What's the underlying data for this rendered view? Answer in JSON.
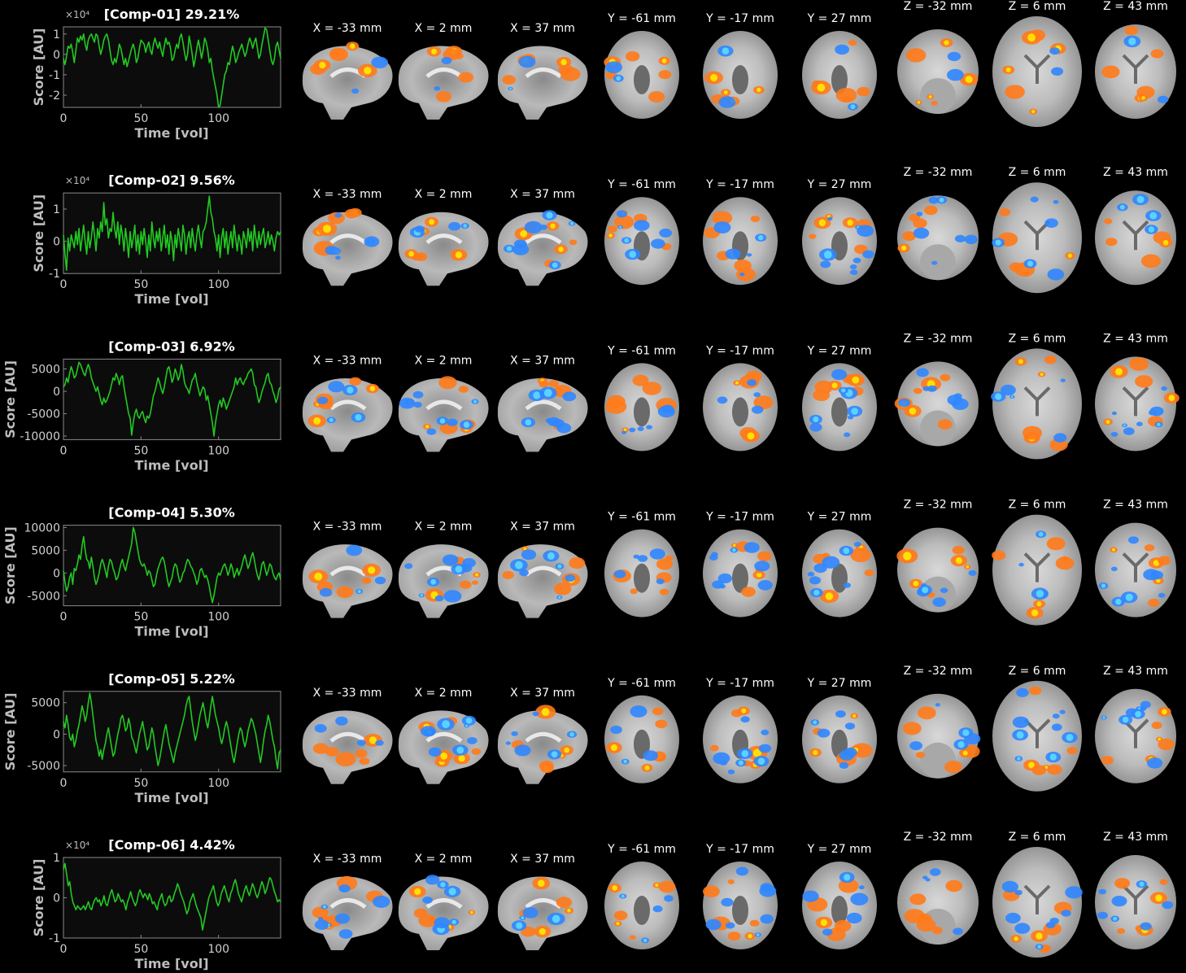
{
  "slice_labels": {
    "x": [
      "X = -33 mm",
      "X = 2 mm",
      "X = 37 mm"
    ],
    "y": [
      "Y = -61 mm",
      "Y = -17 mm",
      "Y = 27 mm"
    ],
    "z": [
      "Z = -32 mm",
      "Z = 6 mm",
      "Z = 43 mm"
    ]
  },
  "colors": {
    "trace": "#22c922",
    "panel_bg": "#0c0c0c",
    "axis": "#8a8a8a",
    "hot": "#ff7a1a",
    "hot_peak": "#ffe000",
    "cold": "#2f86ff",
    "cold_peak": "#5ad2ff"
  },
  "chart_data": [
    {
      "type": "line",
      "title": "[Comp-01] 29.21%",
      "xlabel": "Time [vol]",
      "ylabel": "Score [AU]",
      "exponent": "×10⁴",
      "xlim": [
        0,
        140
      ],
      "ylim": [
        -2.6,
        1.35
      ],
      "xticks": [
        "0",
        "50",
        "100"
      ],
      "yticks": [
        "1",
        "0",
        "-1",
        "-2"
      ],
      "series": [
        {
          "values": [
            -0.2,
            -0.5,
            -0.1,
            0.4,
            0.3,
            0.5,
            0.1,
            -0.4,
            0.2,
            0.8,
            0.6,
            0.9,
            0.7,
            1.0,
            0.5,
            0.2,
            0.7,
            0.9,
            1.0,
            0.8,
            0.6,
            1.0,
            0.9,
            0.4,
            0.0,
            0.3,
            0.7,
            0.9,
            1.0,
            0.7,
            0.2,
            -0.3,
            -0.5,
            -0.2,
            -0.4,
            0.0,
            0.5,
            0.3,
            -0.1,
            -0.5,
            -0.2,
            -0.6,
            -0.3,
            0.0,
            0.3,
            0.5,
            0.2,
            -0.4,
            -0.2,
            0.3,
            0.7,
            0.6,
            0.5,
            0.1,
            0.4,
            0.6,
            0.2,
            0.0,
            0.5,
            0.8,
            0.5,
            0.3,
            0.6,
            0.2,
            -0.1,
            0.4,
            0.8,
            0.5,
            0.6,
            0.3,
            -0.3,
            -0.2,
            0.2,
            0.5,
            0.3,
            0.8,
            1.0,
            0.6,
            0.1,
            -0.3,
            0.0,
            0.9,
            0.5,
            0.0,
            -0.6,
            -0.2,
            0.3,
            0.7,
            0.3,
            -0.2,
            0.2,
            0.8,
            0.6,
            0.2,
            -0.4,
            -0.2,
            -0.8,
            -1.2,
            -1.6,
            -2.0,
            -2.6,
            -2.5,
            -2.0,
            -1.5,
            -1.0,
            -0.8,
            -0.4,
            -0.5,
            0.0,
            0.4,
            0.1,
            -0.4,
            -0.2,
            0.1,
            0.3,
            0.5,
            0.2,
            -0.1,
            0.1,
            0.5,
            0.8,
            0.6,
            0.3,
            0.6,
            0.8,
            0.3,
            -0.2,
            0.0,
            0.5,
            0.9,
            1.3,
            1.2,
            0.7,
            0.2,
            -0.3,
            -0.5,
            -0.2,
            0.4,
            0.6,
            0.2,
            -0.2
          ]
        }
      ]
    },
    {
      "type": "line",
      "title": "[Comp-02] 9.56%",
      "xlabel": "Time [vol]",
      "ylabel": "Score [AU]",
      "exponent": "×10⁴",
      "xlim": [
        0,
        140
      ],
      "ylim": [
        -1,
        1.5
      ],
      "xticks": [
        "0",
        "50",
        "100"
      ],
      "yticks": [
        "1",
        "0",
        "-1"
      ],
      "series": [
        {
          "values": [
            0.2,
            -0.4,
            -0.9,
            0.1,
            -0.3,
            0.2,
            0.0,
            -0.2,
            0.3,
            -0.1,
            0.4,
            -0.3,
            0.1,
            0.5,
            0.0,
            -0.4,
            0.3,
            -0.2,
            0.1,
            0.6,
            0.2,
            -0.3,
            0.4,
            0.1,
            0.6,
            0.3,
            1.2,
            0.5,
            0.7,
            0.1,
            0.4,
            0.3,
            0.9,
            0.4,
            0.1,
            0.6,
            -0.1,
            0.5,
            0.2,
            -0.3,
            0.4,
            0.0,
            -0.5,
            0.3,
            -0.2,
            0.1,
            0.5,
            -0.3,
            0.2,
            -0.4,
            0.3,
            -0.1,
            0.4,
            0.0,
            -0.5,
            0.2,
            -0.3,
            0.6,
            0.1,
            -0.2,
            0.3,
            0.0,
            0.4,
            -0.3,
            0.1,
            0.5,
            -0.2,
            0.2,
            -0.4,
            0.3,
            0.0,
            -0.6,
            0.2,
            -0.2,
            0.4,
            0.1,
            -0.3,
            0.5,
            0.2,
            -0.4,
            0.1,
            0.3,
            -0.2,
            0.4,
            0.0,
            -0.3,
            0.2,
            0.5,
            0.1,
            -0.2,
            0.3,
            0.4,
            0.6,
            1.0,
            1.4,
            0.9,
            0.7,
            0.3,
            0.1,
            -0.3,
            0.2,
            -0.5,
            0.1,
            0.4,
            -0.2,
            0.3,
            -0.4,
            0.0,
            0.3,
            -0.2,
            0.5,
            0.1,
            -0.3,
            0.2,
            0.0,
            -0.4,
            0.3,
            0.1,
            -0.2,
            0.4,
            0.0,
            0.3,
            -0.3,
            0.5,
            0.1,
            -0.2,
            0.3,
            -0.1,
            0.2,
            0.4,
            -0.2,
            0.0,
            0.3,
            -0.1,
            0.2,
            0.0,
            -0.3,
            0.1,
            0.3,
            0.2,
            0.3
          ]
        }
      ]
    },
    {
      "type": "line",
      "title": "[Comp-03] 6.92%",
      "xlabel": "Time [vol]",
      "ylabel": "Score [AU]",
      "exponent": "",
      "xlim": [
        0,
        140
      ],
      "ylim": [
        -10800,
        7200
      ],
      "xticks": [
        "0",
        "50",
        "100"
      ],
      "yticks": [
        "5000",
        "0",
        "-5000",
        "-10000"
      ],
      "series": [
        {
          "values": [
            1000,
            1500,
            3000,
            2000,
            4000,
            5500,
            4500,
            3000,
            3500,
            5000,
            6500,
            6000,
            5000,
            4000,
            3500,
            5000,
            6000,
            5000,
            3000,
            2000,
            1000,
            0,
            1000,
            -500,
            -2000,
            -3000,
            -1500,
            -2500,
            -2000,
            -1000,
            0,
            1500,
            3000,
            2500,
            4000,
            3000,
            1500,
            3000,
            3500,
            1000,
            -1000,
            -3000,
            -5000,
            -6000,
            -9800,
            -7000,
            -5000,
            -4000,
            -5500,
            -6000,
            -5000,
            -4500,
            -6000,
            -7000,
            -5500,
            -6000,
            -5000,
            -3000,
            -1000,
            0,
            1500,
            3000,
            2000,
            500,
            -500,
            1000,
            3000,
            5000,
            5500,
            4000,
            2000,
            3000,
            5000,
            4000,
            2500,
            3500,
            6000,
            4500,
            2000,
            1000,
            500,
            -500,
            1000,
            2500,
            3000,
            4000,
            2000,
            500,
            -1000,
            0,
            1000,
            500,
            -2000,
            -1000,
            -3000,
            -5000,
            -7000,
            -10000,
            -7000,
            -5000,
            -3000,
            -2000,
            -3500,
            -1500,
            -2500,
            -4000,
            -3000,
            -2000,
            -1000,
            0,
            1000,
            3000,
            1500,
            2500,
            3000,
            2000,
            1500,
            2500,
            3000,
            4000,
            4500,
            5000,
            4000,
            1500,
            1000,
            -1000,
            -2500,
            -1500,
            0,
            1000,
            2000,
            3500,
            4000,
            2000,
            1500,
            0,
            -1000,
            -2500,
            -1500,
            500,
            1000
          ]
        }
      ]
    },
    {
      "type": "line",
      "title": "[Comp-04] 5.30%",
      "xlabel": "Time [vol]",
      "ylabel": "Score [AU]",
      "exponent": "",
      "xlim": [
        0,
        140
      ],
      "ylim": [
        -7200,
        10500
      ],
      "xticks": [
        "0",
        "50",
        "100"
      ],
      "yticks": [
        "10000",
        "5000",
        "0",
        "-5000"
      ],
      "series": [
        {
          "values": [
            500,
            -2000,
            -4000,
            -3000,
            -1000,
            0,
            -2500,
            1000,
            500,
            2000,
            4000,
            3000,
            6000,
            8000,
            5000,
            3000,
            2500,
            1000,
            3500,
            1500,
            -1000,
            -2500,
            -1500,
            0,
            2000,
            3000,
            2000,
            500,
            -1000,
            1500,
            3000,
            2500,
            1000,
            0,
            -1500,
            -1000,
            500,
            2000,
            3000,
            1500,
            500,
            2000,
            3500,
            5000,
            6500,
            10000,
            9000,
            7000,
            5000,
            3000,
            2000,
            1500,
            2000,
            1000,
            -500,
            500,
            0,
            -1500,
            -3000,
            -2500,
            -500,
            1000,
            2000,
            3000,
            3500,
            2500,
            500,
            -1500,
            -3000,
            -2000,
            -1000,
            1000,
            2000,
            1500,
            -500,
            -2000,
            -1500,
            0,
            500,
            2000,
            3000,
            2500,
            1500,
            1000,
            0,
            -1000,
            -2500,
            -1500,
            500,
            1000,
            0,
            -1000,
            -500,
            -1500,
            -3000,
            -5000,
            -6500,
            -5000,
            -3000,
            -1000,
            0,
            -500,
            500,
            1500,
            2000,
            1000,
            -500,
            500,
            2000,
            1000,
            -1000,
            0,
            1000,
            -500,
            500,
            1500,
            3000,
            4000,
            2500,
            1000,
            2000,
            3500,
            4500,
            3000,
            1000,
            -500,
            -1500,
            0,
            2000,
            2500,
            1000,
            -500,
            500,
            2000,
            1500,
            0,
            -1000,
            -1500,
            -500,
            0,
            -1500
          ]
        }
      ]
    },
    {
      "type": "line",
      "title": "[Comp-05] 5.22%",
      "xlabel": "Time [vol]",
      "ylabel": "Score [AU]",
      "exponent": "",
      "xlim": [
        0,
        140
      ],
      "ylim": [
        -6000,
        6800
      ],
      "xticks": [
        "0",
        "50",
        "100"
      ],
      "yticks": [
        "5000",
        "0",
        "-5000"
      ],
      "series": [
        {
          "values": [
            2000,
            1000,
            3000,
            1500,
            -500,
            -1000,
            0,
            -2000,
            -1000,
            500,
            1500,
            3000,
            4500,
            3500,
            2000,
            3000,
            5000,
            6500,
            5000,
            3000,
            1000,
            -1000,
            -2000,
            -3500,
            -2500,
            -4000,
            -2500,
            -1500,
            0,
            1000,
            -500,
            -2000,
            -3500,
            -3000,
            -1500,
            0,
            1000,
            2500,
            3000,
            2000,
            500,
            1000,
            2500,
            1500,
            -500,
            -1000,
            -2000,
            -3000,
            -1500,
            0,
            1000,
            2000,
            500,
            -1000,
            -2500,
            -2000,
            -500,
            1000,
            0,
            -2000,
            -3500,
            -5000,
            -4000,
            -2500,
            -1000,
            500,
            1500,
            0,
            -1500,
            -2500,
            -3500,
            -4500,
            -3000,
            -2000,
            -1000,
            0,
            1000,
            2000,
            3000,
            4500,
            5500,
            6000,
            4000,
            2000,
            500,
            -1000,
            0,
            1500,
            3000,
            4000,
            5000,
            3500,
            2000,
            1000,
            2500,
            4500,
            6000,
            4500,
            3000,
            2000,
            1000,
            -500,
            -1500,
            -500,
            1000,
            2000,
            1000,
            -500,
            -2000,
            -3500,
            -4500,
            -3000,
            -1500,
            0,
            1000,
            500,
            -1000,
            -2000,
            -1000,
            500,
            1500,
            2500,
            2000,
            1000,
            0,
            -1500,
            -3000,
            -4500,
            -3000,
            -1000,
            500,
            1500,
            3000,
            2000,
            500,
            -1000,
            -2000,
            -4000,
            -5500,
            -3000,
            -2500
          ]
        }
      ]
    },
    {
      "type": "line",
      "title": "[Comp-06] 4.42%",
      "xlabel": "Time [vol]",
      "ylabel": "Score [AU]",
      "exponent": "×10⁴",
      "xlim": [
        0,
        140
      ],
      "ylim": [
        -1,
        1
      ],
      "xticks": [
        "0",
        "50",
        "100"
      ],
      "yticks": [
        "1",
        "0",
        "-1"
      ],
      "series": [
        {
          "values": [
            0.7,
            0.85,
            0.6,
            0.3,
            0.4,
            0.1,
            -0.1,
            -0.2,
            -0.3,
            -0.2,
            -0.25,
            -0.3,
            -0.25,
            -0.2,
            -0.3,
            -0.2,
            -0.1,
            -0.25,
            -0.3,
            -0.15,
            -0.05,
            0.0,
            -0.1,
            -0.05,
            -0.2,
            -0.1,
            0.05,
            -0.15,
            -0.2,
            -0.05,
            0.1,
            0.2,
            0.05,
            -0.1,
            -0.05,
            0.1,
            0.0,
            -0.1,
            -0.05,
            -0.15,
            -0.3,
            -0.1,
            0.0,
            0.15,
            0.0,
            -0.1,
            -0.2,
            -0.1,
            0.1,
            0.2,
            0.1,
            0.0,
            0.1,
            0.05,
            -0.05,
            0.1,
            0.0,
            -0.15,
            -0.1,
            -0.2,
            -0.3,
            -0.1,
            0.0,
            0.1,
            -0.1,
            -0.2,
            -0.15,
            0.0,
            0.05,
            -0.1,
            -0.05,
            0.1,
            0.2,
            0.35,
            0.25,
            0.1,
            0.0,
            -0.1,
            -0.25,
            -0.4,
            -0.3,
            -0.1,
            0.0,
            0.1,
            -0.05,
            -0.2,
            -0.3,
            -0.4,
            -0.5,
            -0.8,
            -0.6,
            -0.4,
            -0.2,
            0.0,
            0.1,
            0.2,
            0.3,
            0.1,
            -0.1,
            -0.2,
            -0.1,
            0.1,
            0.2,
            0.3,
            0.15,
            0.0,
            -0.1,
            0.1,
            0.2,
            0.35,
            0.45,
            0.3,
            0.1,
            0.0,
            -0.1,
            0.05,
            0.2,
            0.3,
            0.15,
            0.05,
            0.2,
            0.35,
            0.25,
            0.1,
            0.0,
            0.1,
            0.25,
            0.4,
            0.3,
            0.1,
            0.2,
            0.35,
            0.5,
            0.45,
            0.3,
            0.15,
            0.05,
            -0.1,
            -0.05,
            -0.1
          ]
        }
      ]
    }
  ]
}
